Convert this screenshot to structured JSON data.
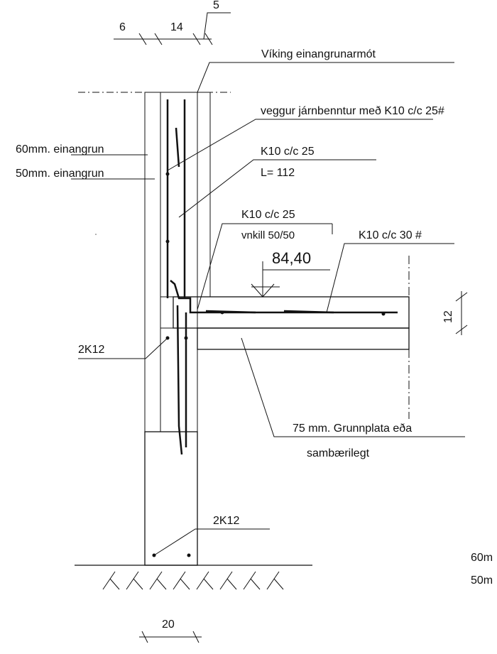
{
  "drawing": {
    "dimensions": {
      "outer_insulation": "6",
      "wall_core": "14",
      "inner_insulation": "5",
      "slab_thickness": "12",
      "foundation_width": "20"
    },
    "labels": {
      "form": "Víking einangrunarmót",
      "wall_rebar": "veggur járnbenntur með K10 c/c 25#",
      "insulation_60": "60mm. einangrun",
      "insulation_50": "50mm. einangrun",
      "corner_bar_spacing": "K10 c/c 25",
      "corner_bar_length": "L= 112",
      "hook_bar_spacing": "K10 c/c 25",
      "hook_bar_shape": "vnkill 50/50",
      "slab_rebar": "K10 c/c 30 #",
      "floor_level": "84,40",
      "bars_mid": "2K12",
      "bars_bottom": "2K12",
      "base_board_line1": "75 mm. Grunnplata eða",
      "base_board_line2": "sambærilegt",
      "clipped_label_1": "60m",
      "clipped_label_2": "50m"
    },
    "colors": {
      "concrete": "#c8c8c8",
      "ink": "#111111",
      "insulation": "#ffffff"
    }
  }
}
